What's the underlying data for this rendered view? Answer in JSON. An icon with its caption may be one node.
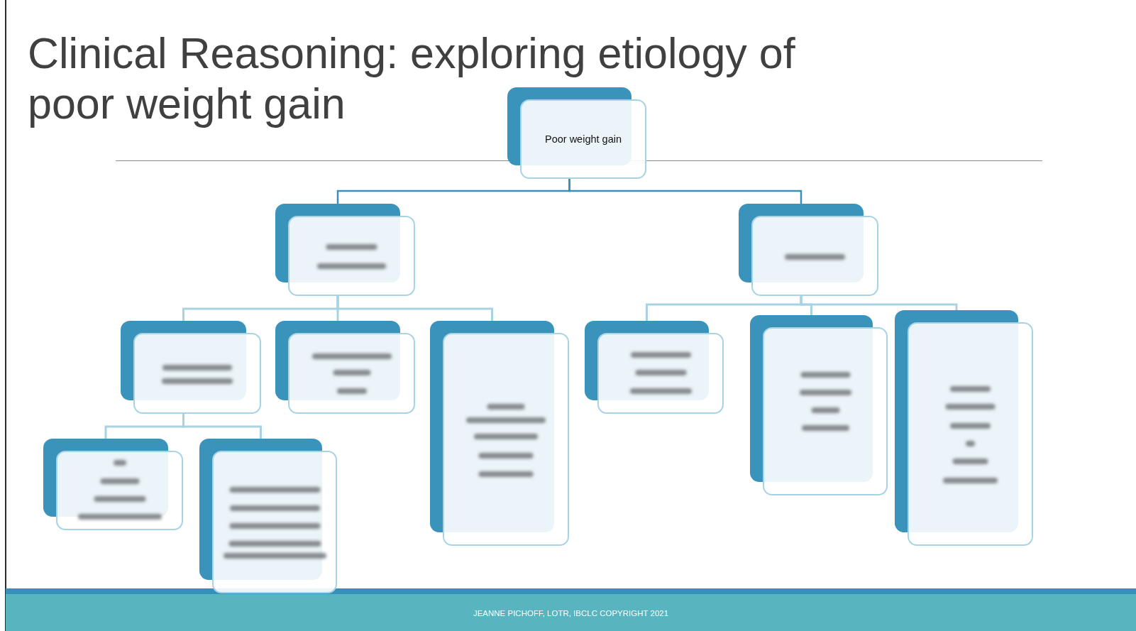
{
  "diagram": {
    "title": "Clinical Reasoning: exploring etiology of poor weight gain",
    "nodes": [
      {
        "text": [
          "Poor weight gain"
        ]
      },
      {
        "text": [],
        "shape": "box"
      },
      {
        "text": [],
        "shape": "box"
      },
      {
        "text": [],
        "shape": "box"
      },
      {
        "text": [],
        "shape": "box"
      },
      {
        "text": [],
        "shape": "box"
      },
      {
        "text": [],
        "shape": "box"
      },
      {
        "text": [],
        "shape": "box"
      },
      {
        "text": [],
        "shape": "box"
      },
      {
        "text": [],
        "shape": "box"
      },
      {
        "text": [],
        "shape": "box"
      }
    ],
    "edges": [
      {
        "from": 0,
        "to": 1,
        "arrow": "none",
        "color": "#3a8fb7"
      },
      {
        "from": 0,
        "to": 2,
        "arrow": "none",
        "color": "#3a8fb7"
      },
      {
        "from": 1,
        "to": 3,
        "arrow": "none"
      },
      {
        "from": 1,
        "to": 4,
        "arrow": "none"
      },
      {
        "from": 1,
        "to": 5,
        "arrow": "none"
      },
      {
        "from": 2,
        "to": 6,
        "arrow": "none"
      },
      {
        "from": 2,
        "to": 7,
        "arrow": "none"
      },
      {
        "from": 2,
        "to": 8,
        "arrow": "none"
      },
      {
        "from": 3,
        "to": 9,
        "arrow": "none"
      },
      {
        "from": 3,
        "to": 10,
        "arrow": "none"
      }
    ],
    "labels": [
      "JEANNE PICHOFF, LOTR, IBCLC COPYRIGHT 2021"
    ]
  }
}
